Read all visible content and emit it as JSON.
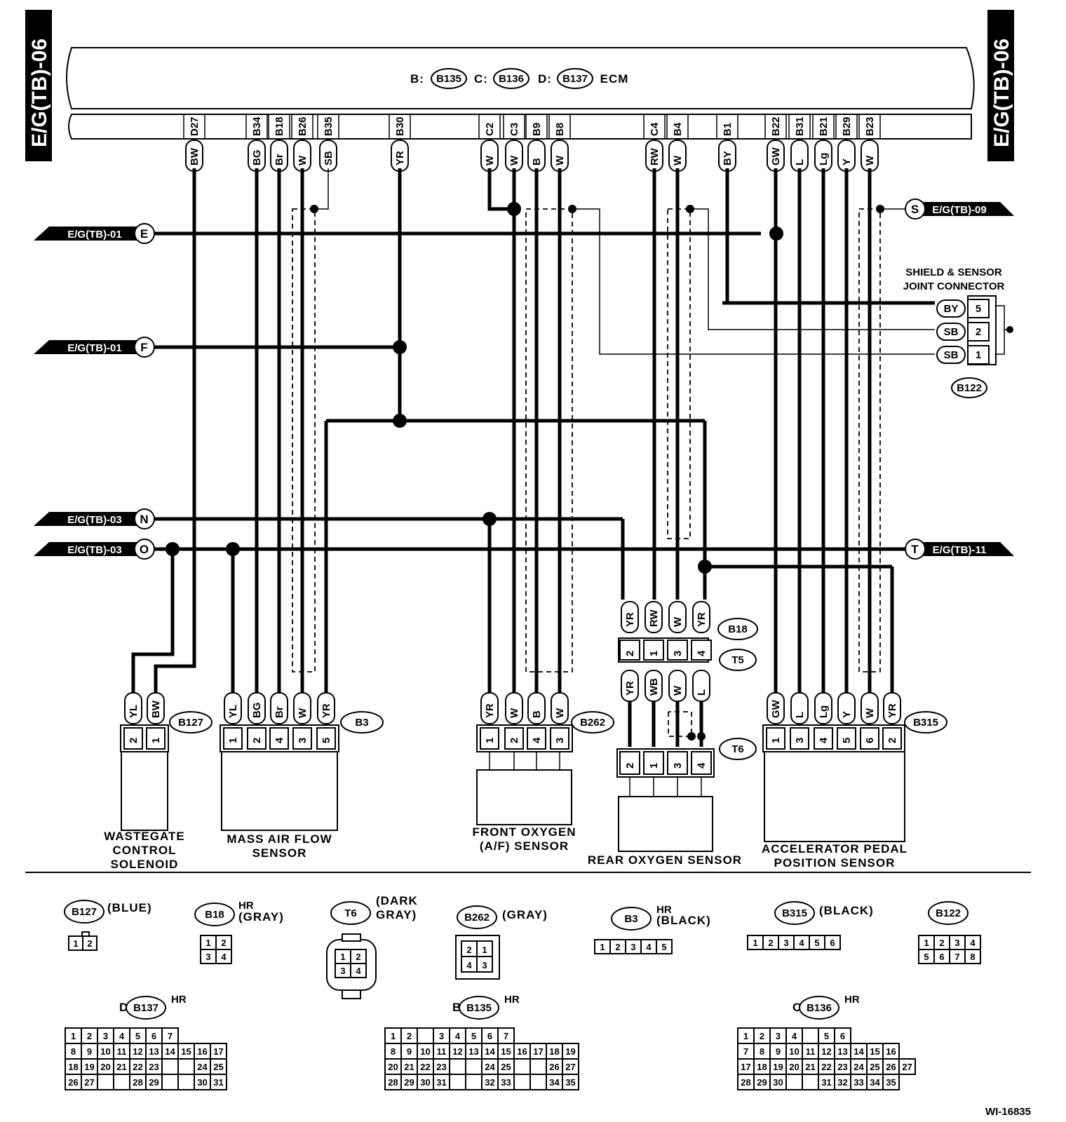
{
  "title_left": "E/G(TB)-06",
  "title_right": "E/G(TB)-06",
  "ecm": {
    "b_prefix": "B:",
    "b_conn": "B135",
    "c_prefix": "C:",
    "c_conn": "B136",
    "d_prefix": "D:",
    "d_conn": "B137",
    "label": "ECM"
  },
  "ecm_terminals": [
    {
      "pin": "D27",
      "color": "BW"
    },
    {
      "pin": "B34",
      "color": "BG"
    },
    {
      "pin": "B18",
      "color": "Br"
    },
    {
      "pin": "B26",
      "color": "W"
    },
    {
      "pin": "B35",
      "color": "SB"
    },
    {
      "pin": "B30",
      "color": "YR"
    },
    {
      "pin": "C2",
      "color": "W"
    },
    {
      "pin": "C3",
      "color": "W"
    },
    {
      "pin": "B9",
      "color": "B"
    },
    {
      "pin": "B8",
      "color": "W"
    },
    {
      "pin": "C4",
      "color": "RW"
    },
    {
      "pin": "B4",
      "color": "W"
    },
    {
      "pin": "B1",
      "color": "BY"
    },
    {
      "pin": "B22",
      "color": "GW"
    },
    {
      "pin": "B31",
      "color": "L"
    },
    {
      "pin": "B21",
      "color": "Lg"
    },
    {
      "pin": "B29",
      "color": "Y"
    },
    {
      "pin": "B23",
      "color": "W"
    }
  ],
  "references": {
    "E": {
      "ref": "E/G(TB)-01",
      "letter": "E"
    },
    "F": {
      "ref": "E/G(TB)-01",
      "letter": "F"
    },
    "N": {
      "ref": "E/G(TB)-03",
      "letter": "N"
    },
    "O": {
      "ref": "E/G(TB)-03",
      "letter": "O"
    },
    "S": {
      "ref": "E/G(TB)-09",
      "letter": "S"
    },
    "T": {
      "ref": "E/G(TB)-11",
      "letter": "T"
    }
  },
  "joint_connector": {
    "title_line1": "SHIELD & SENSOR",
    "title_line2": "JOINT CONNECTOR",
    "id": "B122",
    "pins": [
      {
        "color": "BY",
        "pin": "5"
      },
      {
        "color": "SB",
        "pin": "2"
      },
      {
        "color": "SB",
        "pin": "1"
      }
    ]
  },
  "b18_t5": {
    "b18": "B18",
    "t5": "T5",
    "top_colors": [
      "YR",
      "RW",
      "W",
      "YR"
    ],
    "pins": [
      "2",
      "1",
      "3",
      "4"
    ],
    "bottom_colors": [
      "YR",
      "WB",
      "W",
      "L"
    ]
  },
  "components": {
    "wastegate": {
      "id": "B127",
      "colors": [
        "YL",
        "BW"
      ],
      "pins": [
        "2",
        "1"
      ],
      "name_line1": "WASTEGATE",
      "name_line2": "CONTROL",
      "name_line3": "SOLENOID"
    },
    "maf": {
      "id": "B3",
      "colors": [
        "YL",
        "BG",
        "Br",
        "W",
        "YR"
      ],
      "pins": [
        "1",
        "2",
        "4",
        "3",
        "5"
      ],
      "name_line1": "MASS AIR FLOW",
      "name_line2": "SENSOR"
    },
    "front_o2": {
      "id": "B262",
      "colors": [
        "YR",
        "W",
        "B",
        "W"
      ],
      "pins": [
        "1",
        "2",
        "4",
        "3"
      ],
      "name_line1": "FRONT OXYGEN",
      "name_line2": "(A/F) SENSOR"
    },
    "rear_o2": {
      "id": "T6",
      "pins": [
        "2",
        "1",
        "3",
        "4"
      ],
      "name_line1": "REAR OXYGEN SENSOR"
    },
    "accel": {
      "id": "B315",
      "colors": [
        "GW",
        "L",
        "Lg",
        "Y",
        "W",
        "YR"
      ],
      "pins": [
        "1",
        "3",
        "4",
        "5",
        "6",
        "2"
      ],
      "name_line1": "ACCELERATOR PEDAL",
      "name_line2": "POSITION SENSOR"
    }
  },
  "legend": {
    "b127": {
      "id": "B127",
      "desc": "(BLUE)",
      "pins": [
        "1",
        "2"
      ]
    },
    "b18": {
      "id": "B18",
      "hr": "HR",
      "desc": "(GRAY)",
      "pins": [
        "1",
        "2",
        "3",
        "4"
      ]
    },
    "t6": {
      "id": "T6",
      "desc_line1": "(DARK",
      "desc_line2": "GRAY)",
      "pins": [
        "1",
        "2",
        "3",
        "4"
      ]
    },
    "b262": {
      "id": "B262",
      "desc": "(GRAY)",
      "pins": [
        "2",
        "1",
        "4",
        "3"
      ]
    },
    "b3": {
      "id": "B3",
      "hr": "HR",
      "desc": "(BLACK)",
      "pins": [
        "1",
        "2",
        "3",
        "4",
        "5"
      ]
    },
    "b315": {
      "id": "B315",
      "desc": "(BLACK)",
      "pins": [
        "1",
        "2",
        "3",
        "4",
        "5",
        "6"
      ]
    },
    "b122": {
      "id": "B122",
      "pins": [
        "1",
        "2",
        "3",
        "4",
        "5",
        "6",
        "7",
        "8"
      ]
    },
    "b137": {
      "prefix": "D:",
      "id": "B137",
      "hr": "HR",
      "rows": [
        [
          "1",
          "2",
          "3",
          "4",
          "5",
          "6",
          "7"
        ],
        [
          "8",
          "9",
          "10",
          "11",
          "12",
          "13",
          "14",
          "15",
          "16",
          "17"
        ],
        [
          "18",
          "19",
          "20",
          "21",
          "22",
          "23",
          "",
          "",
          "24",
          "25"
        ],
        [
          "26",
          "27",
          "",
          "",
          "28",
          "29",
          "",
          "",
          "30",
          "31"
        ]
      ]
    },
    "b135": {
      "prefix": "B:",
      "id": "B135",
      "hr": "HR",
      "rows": [
        [
          "1",
          "2",
          "",
          "3",
          "4",
          "5",
          "6",
          "7"
        ],
        [
          "8",
          "9",
          "10",
          "11",
          "12",
          "13",
          "14",
          "15",
          "16",
          "17",
          "18",
          "19"
        ],
        [
          "20",
          "21",
          "22",
          "23",
          "",
          "",
          "24",
          "25",
          "",
          "",
          "26",
          "27"
        ],
        [
          "28",
          "29",
          "30",
          "31",
          "",
          "",
          "32",
          "33",
          "",
          "",
          "34",
          "35"
        ]
      ]
    },
    "b136": {
      "prefix": "C:",
      "id": "B136",
      "hr": "HR",
      "rows": [
        [
          "1",
          "2",
          "3",
          "4",
          "",
          "5",
          "6"
        ],
        [
          "7",
          "8",
          "9",
          "10",
          "11",
          "12",
          "13",
          "14",
          "15",
          "16"
        ],
        [
          "17",
          "18",
          "19",
          "20",
          "21",
          "22",
          "23",
          "24",
          "25",
          "26",
          "27"
        ],
        [
          "28",
          "29",
          "30",
          "",
          "",
          "31",
          "32",
          "33",
          "34",
          "35"
        ]
      ]
    }
  },
  "figure_id": "WI-16835"
}
